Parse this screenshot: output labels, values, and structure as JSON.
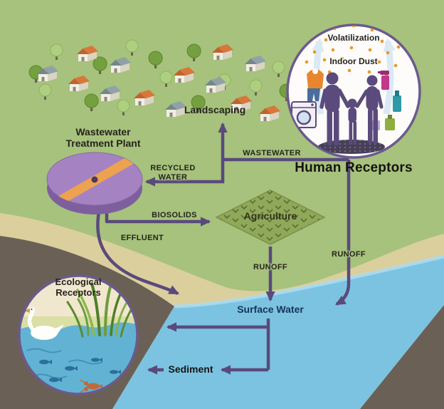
{
  "labels": {
    "landscaping": "Landscaping",
    "wastewater_treatment_plant": "Wastewater Treatment Plant",
    "agriculture": "Agriculture",
    "surface_water": "Surface Water",
    "sediment": "Sediment",
    "human_receptors": "Human Receptors",
    "ecological_receptors": "Ecological Receptors",
    "volatilization": "Volatilization",
    "indoor_dust": "Indoor Dust"
  },
  "flows": {
    "wastewater": "WASTEWATER",
    "recycled_water": "RECYCLED WATER",
    "biosolids": "BIOSOLIDS",
    "effluent": "EFFLUENT",
    "runoff_agriculture": "RUNOFF",
    "runoff_residential": "RUNOFF"
  },
  "colors": {
    "land_green": "#a6c27c",
    "sand_tan": "#dbcf9e",
    "soil_brown": "#6b6055",
    "water_blue": "#7cc3e2",
    "arrow_purple": "#5a4a7c",
    "plant_purple": "#a583c2",
    "plant_stripe_orange": "#eda24f",
    "field_green": "#90a85a",
    "particle_orange": "#ef9623",
    "label_dark": "#27231e"
  },
  "icons": {
    "house-icon": "isometric-house",
    "tree-icon": "round-canopy-tree",
    "treatment-plant-icon": "circular-clarifier-disc",
    "washing-machine-icon": "front-load-washer",
    "clothing-icon": "jacket-and-pants",
    "spray-bottle-icon": "cleaning-product-bottles",
    "family-silhouette-icon": "two-adults-and-child",
    "swan-icon": "white-swan",
    "reeds-icon": "grass-blades",
    "fish-icon": "fish-silhouette",
    "crayfish-icon": "crayfish-silhouette"
  }
}
